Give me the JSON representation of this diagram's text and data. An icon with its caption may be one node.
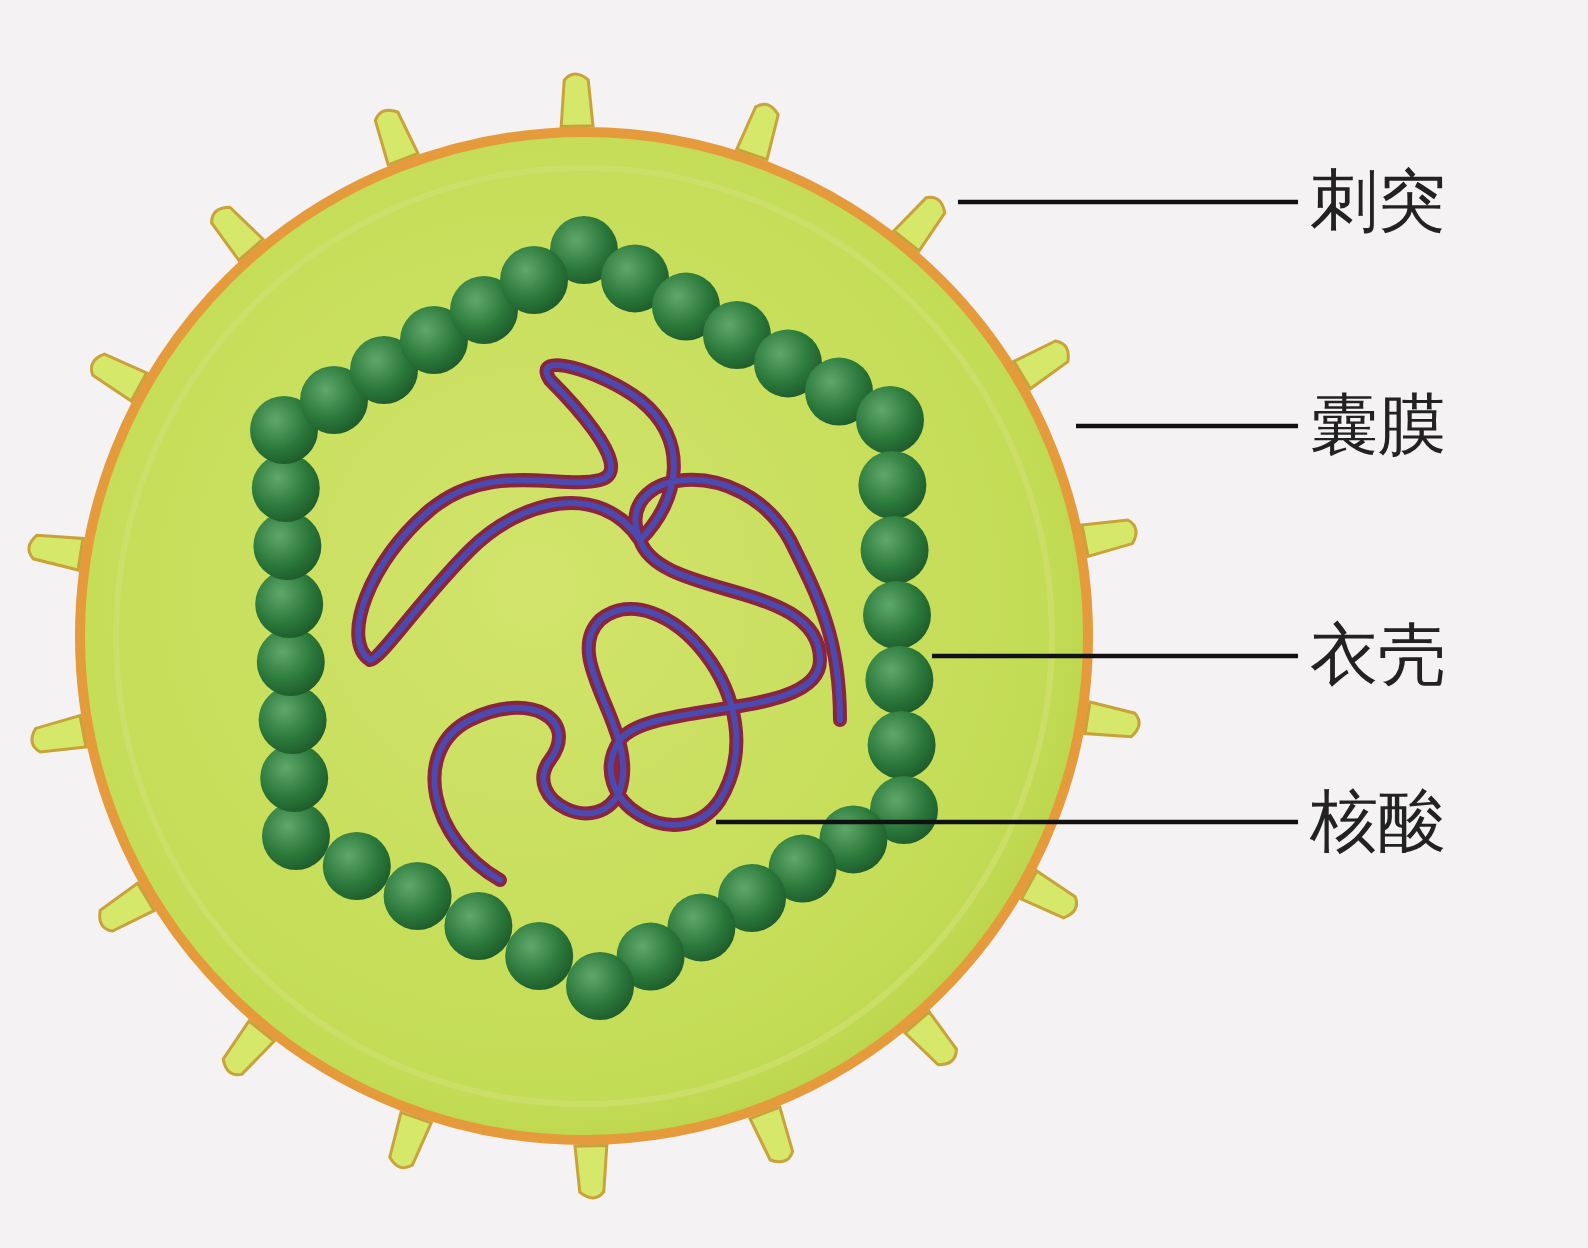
{
  "diagram": {
    "nodes": [
      {
        "text": [
          "刺突"
        ]
      },
      {
        "text": [
          "囊膜"
        ]
      },
      {
        "text": [
          "衣壳"
        ]
      },
      {
        "text": [
          "核酸"
        ]
      },
      {
        "text": [],
        "shape": "picture"
      },
      {
        "text": [],
        "shape": "circle"
      },
      {
        "text": [],
        "shape": "picture",
        "in": 5
      },
      {
        "text": [],
        "shape": "picture",
        "in": 6
      }
    ],
    "edges": [
      {
        "from": 0,
        "to": 4,
        "arrow": "none"
      },
      {
        "from": 1,
        "to": 5,
        "arrow": "none"
      },
      {
        "from": 2,
        "to": 6,
        "arrow": "none"
      },
      {
        "from": 3,
        "to": 7,
        "arrow": "none"
      }
    ]
  }
}
